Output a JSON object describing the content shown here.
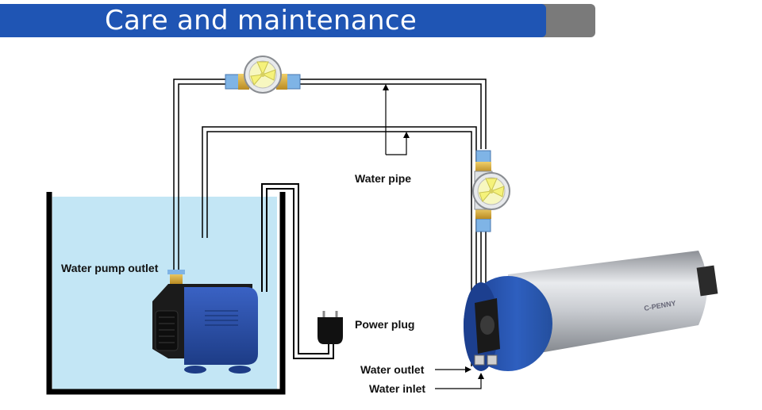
{
  "header": {
    "title": "Care and maintenance"
  },
  "labels": {
    "water_pump_outlet": "Water pump outlet",
    "water_pipe": "Water pipe",
    "power_plug": "Power plug",
    "water_outlet": "Water outlet",
    "water_inlet": "Water inlet"
  },
  "spindle": {
    "brand_text": "C-PENNY"
  },
  "colors": {
    "banner_blue": "#1f55b4",
    "banner_gray": "#7a7a7a",
    "water": "#c3e6f5",
    "pump_blue": "#2a4fa8",
    "spindle_blue": "#2e5fbf",
    "flow_indicator_yellow": "#f5f27a"
  }
}
